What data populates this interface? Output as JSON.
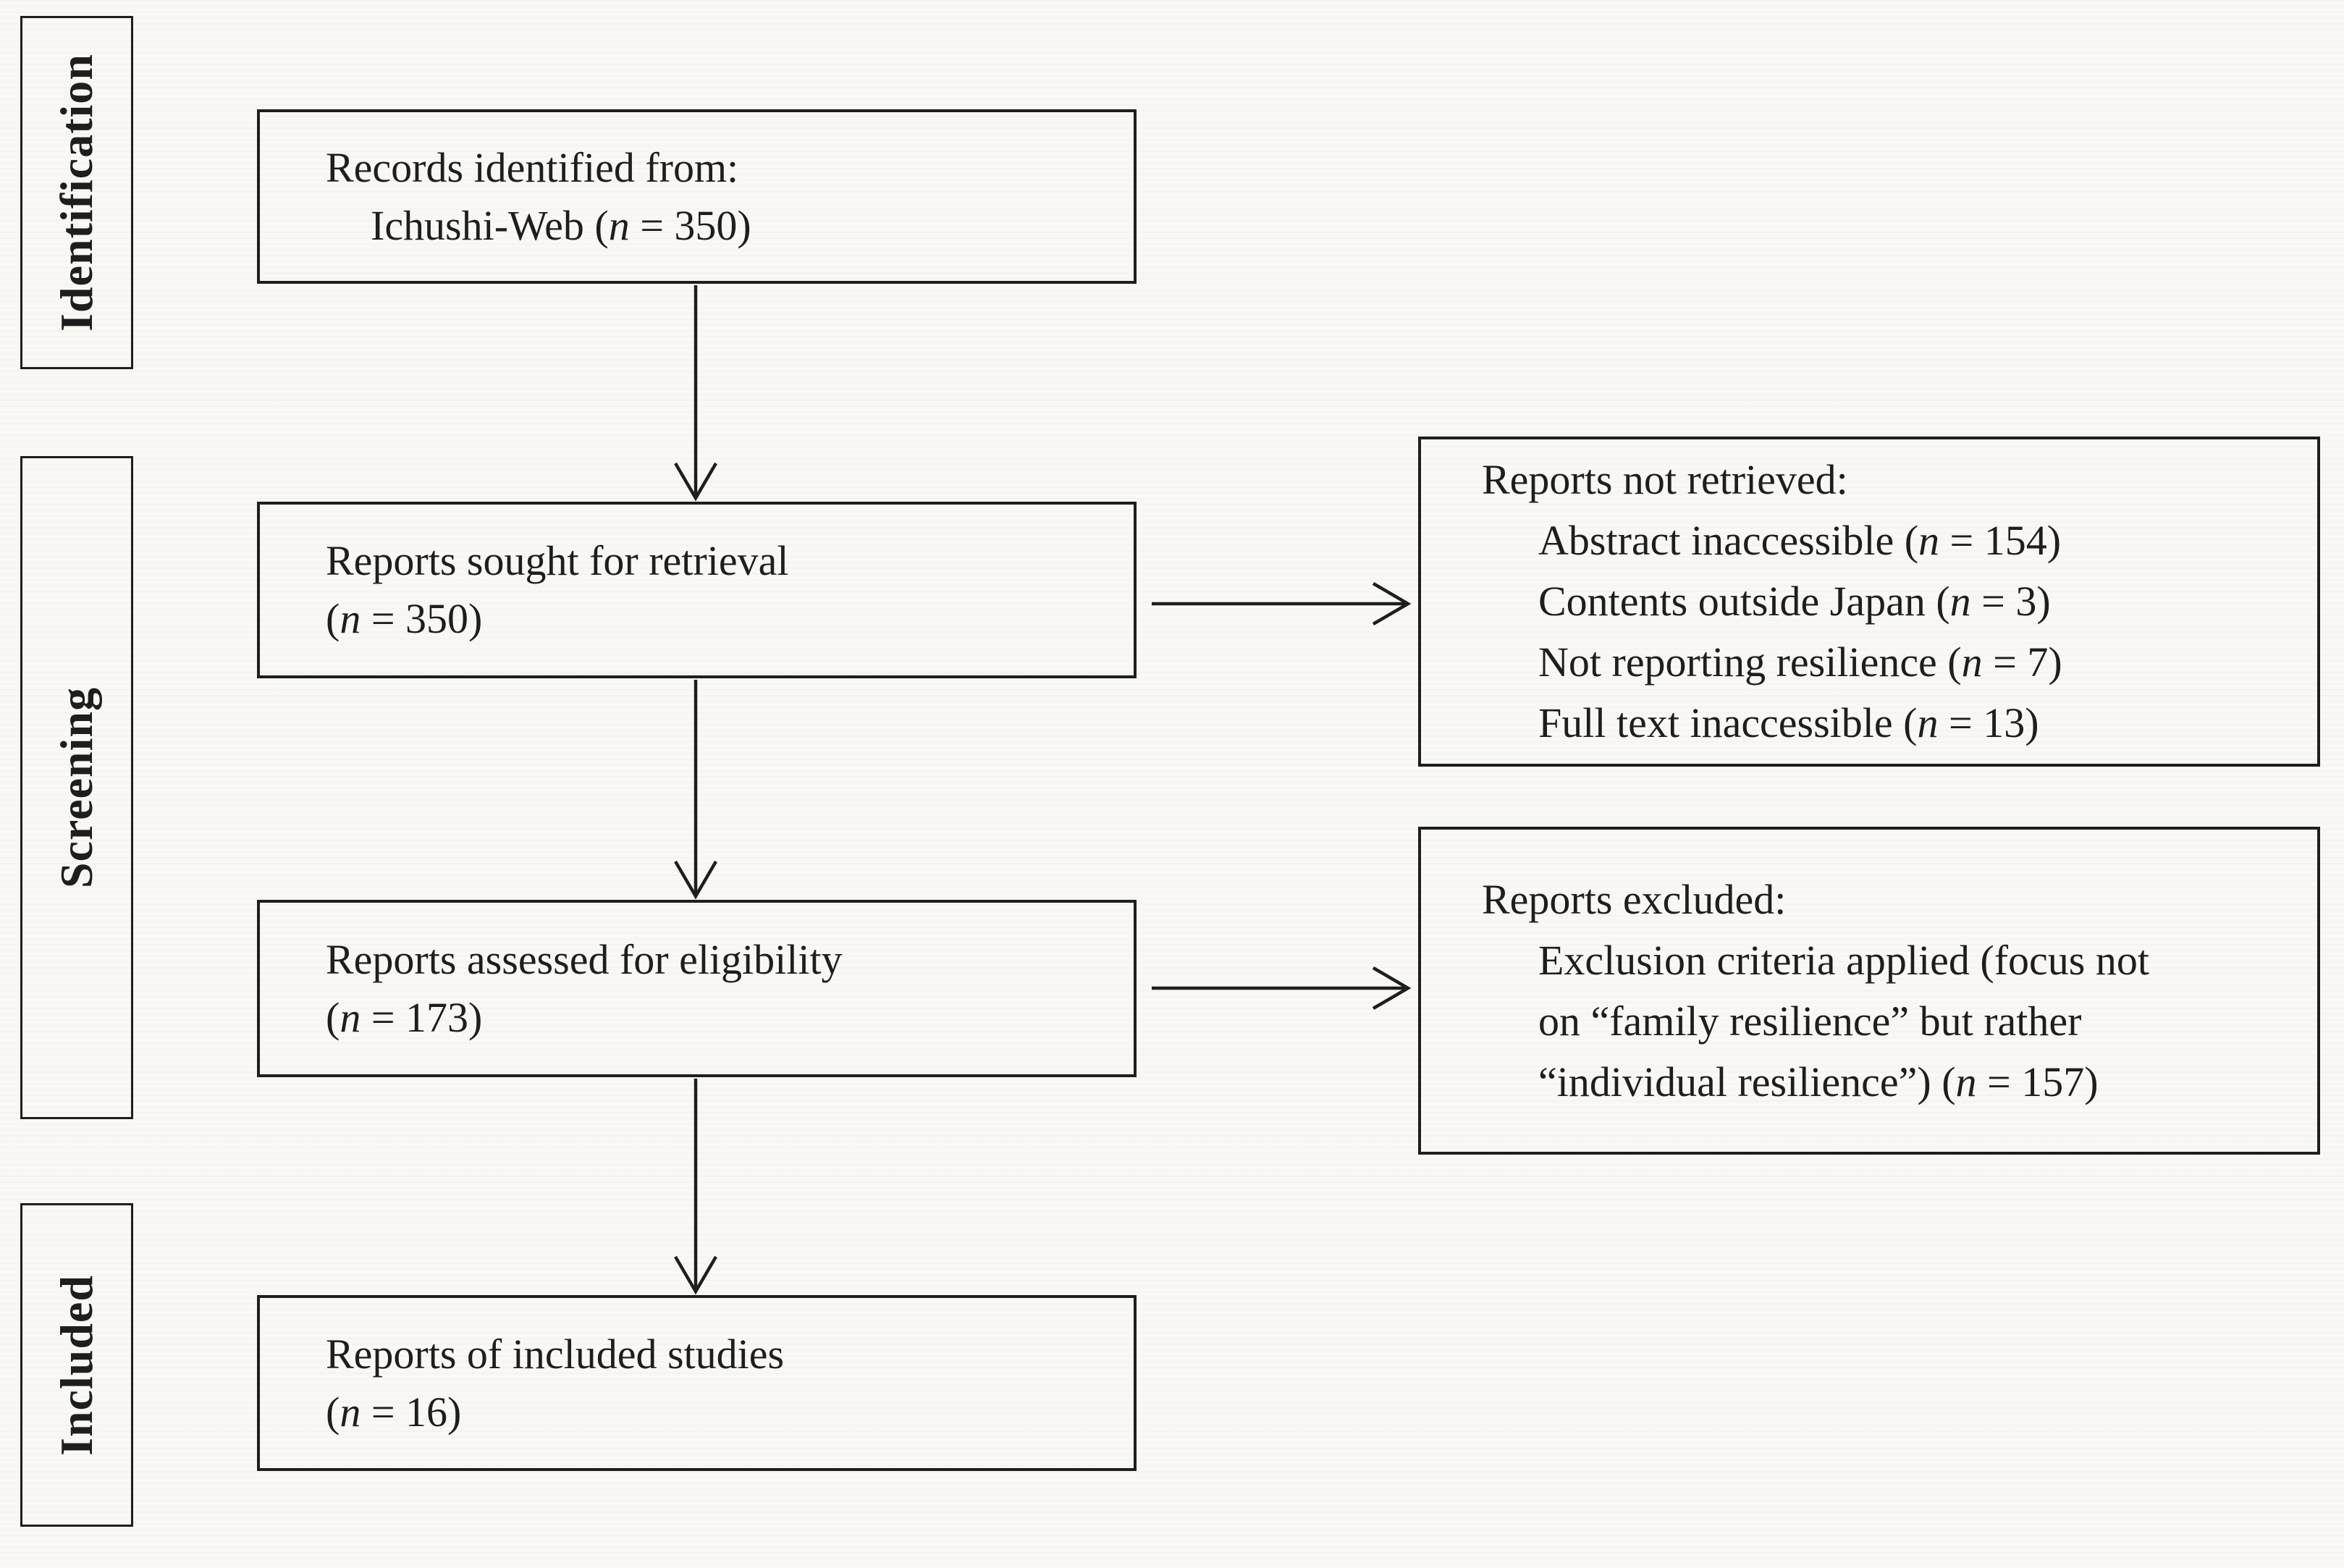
{
  "colors": {
    "background": "#f9f8f5",
    "ink": "#1e1e1e"
  },
  "stages": {
    "identification": "Identification",
    "screening": "Screening",
    "included": "Included"
  },
  "boxes": {
    "records_identified": {
      "line1": "Records identified from:",
      "line2_prefix": "Ichushi-Web (",
      "line2_n": "n",
      "line2_suffix": " = 350)"
    },
    "sought_retrieval": {
      "line1": "Reports sought for retrieval",
      "line2_prefix": "(",
      "line2_n": "n",
      "line2_suffix": " = 350)"
    },
    "assessed_eligibility": {
      "line1": "Reports assessed for eligibility",
      "line2_prefix": "(",
      "line2_n": "n",
      "line2_suffix": " = 173)"
    },
    "included_studies": {
      "line1": "Reports of included studies",
      "line2_prefix": "(",
      "line2_n": "n",
      "line2_suffix": " = 16)"
    },
    "not_retrieved": {
      "title": "Reports not retrieved:",
      "item1_prefix": "Abstract inaccessible (",
      "item1_n": "n",
      "item1_suffix": " = 154)",
      "item2_prefix": "Contents outside Japan (",
      "item2_n": "n",
      "item2_suffix": " = 3)",
      "item3_prefix": "Not reporting resilience (",
      "item3_n": "n",
      "item3_suffix": " = 7)",
      "item4_prefix": "Full text inaccessible (",
      "item4_n": "n",
      "item4_suffix": " = 13)"
    },
    "excluded": {
      "title": "Reports excluded:",
      "item1_line1": "Exclusion criteria applied (focus not",
      "item1_line2": "on “family resilience” but rather",
      "item1_line3_prefix": "“individual resilience”) (",
      "item1_line3_n": "n",
      "item1_line3_suffix": " = 157)"
    }
  }
}
